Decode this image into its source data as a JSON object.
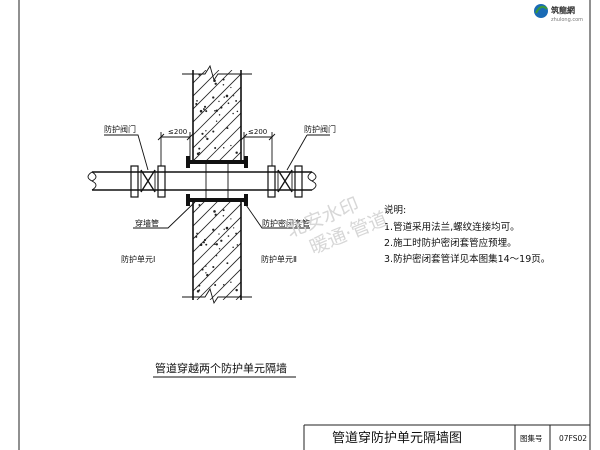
{
  "watermark": {
    "line1": "北安水印",
    "line2": "暖通·管道"
  },
  "logo": {
    "name": "筑龍網",
    "url": "zhulong.com"
  },
  "labels": {
    "valve_left": "防护阀门",
    "valve_right": "防护阀门",
    "dim_left": "≤200",
    "dim_right": "≤200",
    "wall_sleeve": "穿墙管",
    "sealed_sleeve": "防护密闭套管",
    "unit_left": "防护单元Ⅰ",
    "unit_right": "防护单元Ⅱ"
  },
  "notes": {
    "heading": "说明:",
    "items": [
      "1.管道采用法兰,螺纹连接均可。",
      "2.施工时防护密闭套管应预埋。",
      "3.防护密闭套管详见本图集14～19页。"
    ]
  },
  "caption": "管道穿越两个防护单元隔墙",
  "title_block": {
    "title": "管道穿防护单元隔墙图",
    "atlas_label": "图集号",
    "atlas_no": "07FS02"
  },
  "colors": {
    "line": "#111111",
    "watermark": "#d7d7d7",
    "logo_blue": "#1a6bb5",
    "logo_green": "#3b9a3b"
  }
}
